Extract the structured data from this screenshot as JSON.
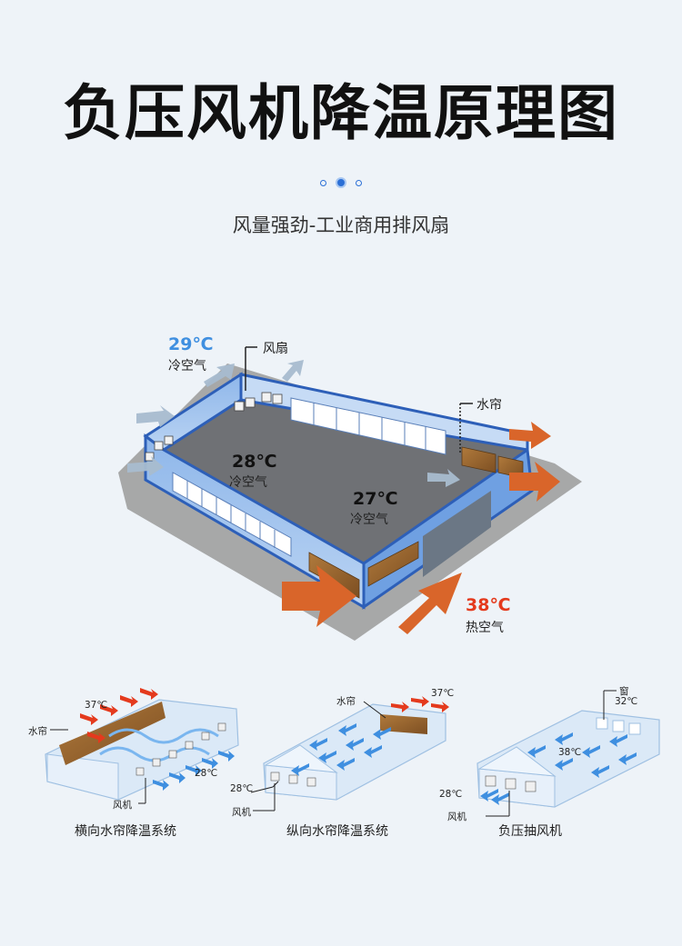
{
  "header": {
    "title": "负压风机降温原理图",
    "subtitle": "风量强劲-工业商用排风扇"
  },
  "main_diagram": {
    "outside_temp": "29℃",
    "outside_label": "冷空气",
    "fan_label": "风扇",
    "curtain_label": "水帘",
    "inside_temp_1": "28℃",
    "inside_label_1": "冷空气",
    "inside_temp_2": "27℃",
    "inside_label_2": "冷空气",
    "hot_temp": "38℃",
    "hot_label": "热空气"
  },
  "systems": [
    {
      "caption": "横向水帘降温系统",
      "hot_temp": "37℃",
      "cool_temp": "28℃",
      "curtain_label": "水帘",
      "fan_label": "风机"
    },
    {
      "caption": "纵向水帘降温系统",
      "hot_temp": "37℃",
      "cool_temp": "28℃",
      "curtain_label": "水帘",
      "fan_label": "风机"
    },
    {
      "caption": "负压抽风机",
      "window_label": "窗",
      "window_temp": "32℃",
      "inside_temp": "38℃",
      "cool_temp": "28℃",
      "fan_label": "风机"
    }
  ],
  "colors": {
    "accent_blue": "#2b6fd6",
    "cold_temp": "#3f8fe0",
    "hot_temp": "#e43a1d",
    "arrow_orange": "#d9652a",
    "arrow_gray": "#9db0c2",
    "wall_blue": "#5b8fd8",
    "floor_gray": "#7a7a7a"
  }
}
